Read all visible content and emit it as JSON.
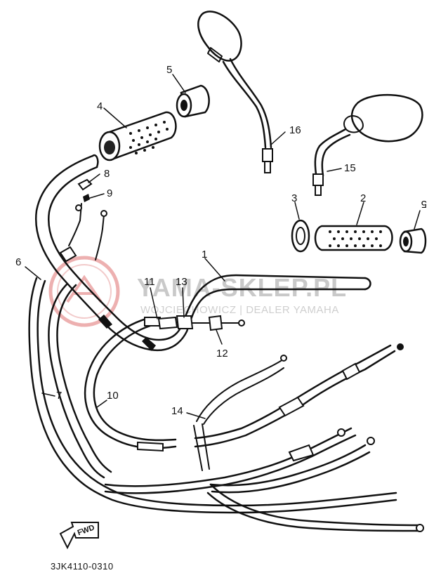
{
  "diagram": {
    "callouts": [
      {
        "id": "c1",
        "text": "1"
      },
      {
        "id": "c2",
        "text": "2"
      },
      {
        "id": "c3",
        "text": "3"
      },
      {
        "id": "c4",
        "text": "4"
      },
      {
        "id": "c5a",
        "text": "5"
      },
      {
        "id": "c5b",
        "text": "5"
      },
      {
        "id": "c6",
        "text": "6"
      },
      {
        "id": "c7",
        "text": "7"
      },
      {
        "id": "c8",
        "text": "8"
      },
      {
        "id": "c9",
        "text": "9"
      },
      {
        "id": "c10",
        "text": "10"
      },
      {
        "id": "c11",
        "text": "11"
      },
      {
        "id": "c12",
        "text": "12"
      },
      {
        "id": "c13",
        "text": "13"
      },
      {
        "id": "c14",
        "text": "14"
      },
      {
        "id": "c15",
        "text": "15"
      },
      {
        "id": "c16",
        "text": "16"
      }
    ],
    "fwd_label": "FWD",
    "diagram_code": "3JK4110-0310"
  },
  "watermark": {
    "main": "YAMA-SKLEP.PL",
    "sub": "WOJCIECHOWICZ | DEALER YAMAHA",
    "color": "#e05050"
  }
}
